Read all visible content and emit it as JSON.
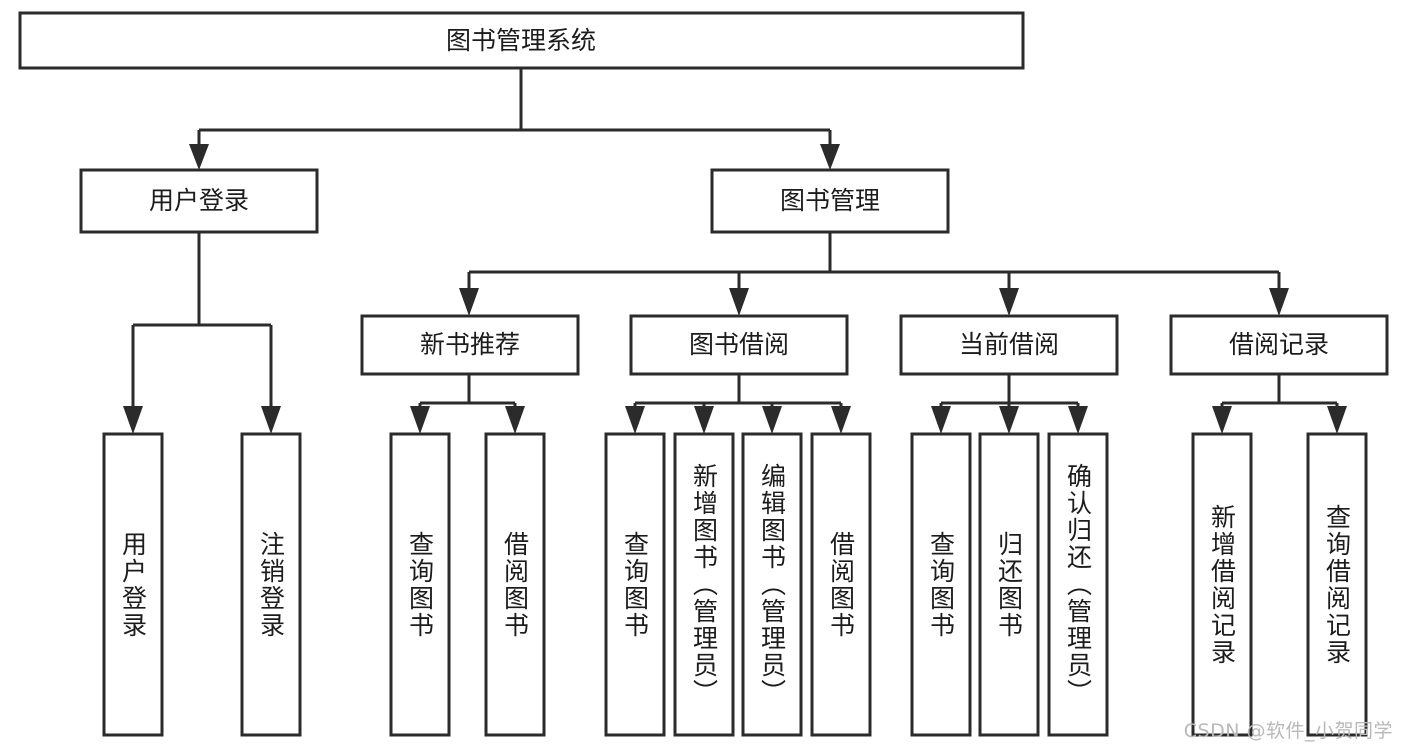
{
  "diagram": {
    "type": "tree-hierarchy-chart",
    "title": "图书管理系统",
    "orientation": "top-down",
    "colors": {
      "box_stroke": "#2b2b2b",
      "box_fill": "#ffffff",
      "connector": "#2b2b2b",
      "text": "#1c1c1c",
      "background": "#ffffff",
      "watermark": "#b9b9b9"
    },
    "levels": {
      "root": "图书管理系统",
      "level2": [
        "用户登录",
        "图书管理"
      ],
      "level3": [
        "新书推荐",
        "图书借阅",
        "当前借阅",
        "借阅记录"
      ],
      "level4_count": 13
    }
  },
  "nodes": {
    "root": {
      "label": "图书管理系统",
      "orientation": "horizontal"
    },
    "user_login": {
      "label": "用户登录",
      "orientation": "horizontal"
    },
    "book_manage": {
      "label": "图书管理",
      "orientation": "horizontal"
    },
    "new_book_rec": {
      "label": "新书推荐",
      "orientation": "horizontal"
    },
    "book_borrow": {
      "label": "图书借阅",
      "orientation": "horizontal"
    },
    "current_borrow": {
      "label": "当前借阅",
      "orientation": "horizontal"
    },
    "borrow_record": {
      "label": "借阅记录",
      "orientation": "horizontal"
    }
  },
  "leaves": [
    {
      "id": "leaf-user-login",
      "label": "用户登录",
      "parent": "用户登录"
    },
    {
      "id": "leaf-logout",
      "label": "注销登录",
      "parent": "用户登录"
    },
    {
      "id": "leaf-query-book-rec",
      "label": "查询图书",
      "parent": "新书推荐"
    },
    {
      "id": "leaf-borrow-book-rec",
      "label": "借阅图书",
      "parent": "新书推荐"
    },
    {
      "id": "leaf-query-book-borrow",
      "label": "查询图书",
      "parent": "图书借阅"
    },
    {
      "id": "leaf-add-book",
      "label": "新增图书（管理员）",
      "parent": "图书借阅"
    },
    {
      "id": "leaf-edit-book",
      "label": "编辑图书（管理员）",
      "parent": "图书借阅"
    },
    {
      "id": "leaf-borrow-book",
      "label": "借阅图书",
      "parent": "图书借阅"
    },
    {
      "id": "leaf-query-book-current",
      "label": "查询图书",
      "parent": "当前借阅"
    },
    {
      "id": "leaf-return-book",
      "label": "归还图书",
      "parent": "当前借阅"
    },
    {
      "id": "leaf-confirm-return",
      "label": "确认归还（管理员）",
      "parent": "当前借阅"
    },
    {
      "id": "leaf-add-record",
      "label": "新增借阅记录",
      "parent": "借阅记录"
    },
    {
      "id": "leaf-query-record",
      "label": "查询借阅记录",
      "parent": "借阅记录"
    }
  ],
  "watermark": {
    "text": "CSDN @软件_小贺同学"
  }
}
